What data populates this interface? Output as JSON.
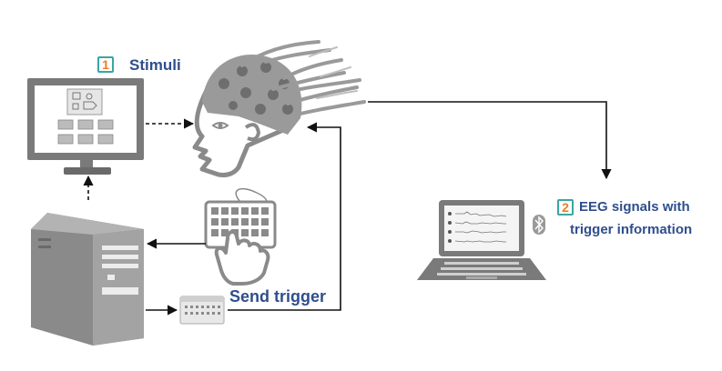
{
  "labels": {
    "stimuli": {
      "number": "1",
      "text": "Stimuli"
    },
    "eeg": {
      "number": "2",
      "line1": "EEG signals with",
      "line2": "trigger information"
    },
    "send_trigger": "Send trigger"
  },
  "icons": [
    "monitor-icon",
    "head-with-electrodes-icon",
    "keyboard-icon",
    "hand-icon",
    "computer-tower-icon",
    "trigger-box-icon",
    "laptop-icon",
    "bluetooth-icon"
  ],
  "colors": {
    "label_blue": "#2f4e8c",
    "badge_border": "#3aa6a0",
    "badge_number": "#f07d1e",
    "device_gray": "#7a7a7a",
    "arrow": "#111111"
  }
}
